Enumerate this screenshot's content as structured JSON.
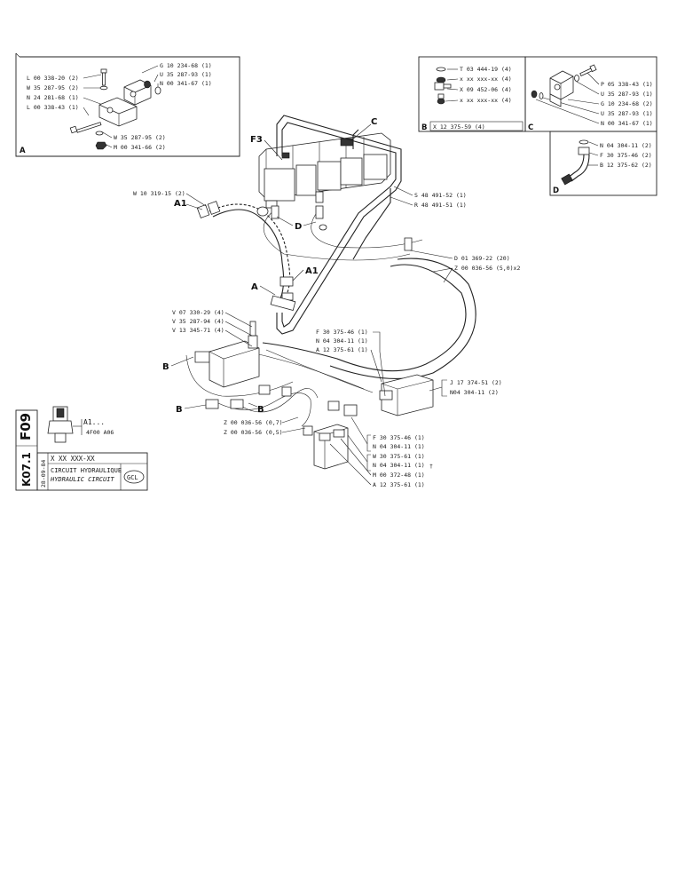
{
  "inset_a": {
    "letter": "A",
    "left_labels": [
      "L 00 338-20 (2)",
      "W 35 287-95 (2)",
      "N 24 281-68 (1)",
      "L 00 338-43 (1)"
    ],
    "right_labels": [
      "G 10 234-68 (1)",
      "U 35 287-93 (1)",
      "N 00 341-67 (1)"
    ],
    "bottom_labels": [
      "W 35 287-95 (2)",
      "M 00 341-66 (2)"
    ]
  },
  "inset_b": {
    "letter": "B",
    "labels": [
      "T 03 444-19 (4)",
      "x xx xxx-xx (4)",
      "X 09 452-06 (4)",
      "x xx xxx-xx (4)"
    ],
    "part_no": "X 12 375-59 (4)"
  },
  "inset_c": {
    "letter": "C",
    "labels": [
      "P 05 338-43 (1)",
      "U 35 287-93 (1)",
      "G 10 234-68 (2)",
      "U 35 287-93 (1)",
      "N 00 341-67 (1)"
    ]
  },
  "inset_d": {
    "letter": "D",
    "labels": [
      "N 04 304-11 (2)",
      "F 30 375-46 (2)",
      "B 12 375-62 (2)"
    ]
  },
  "callouts": {
    "f3": "F3",
    "c": "C",
    "a1_left": "A1",
    "a1_mid": "A1",
    "d": "D",
    "a": "A",
    "b1": "B",
    "b2": "B",
    "b3": "B",
    "s_label": "S 48 491-52 (1)",
    "r_label": "R 48 491-51 (1)",
    "w_label": "W 10 319-15 (2)",
    "d01_label": "D 01 369-22 (20)",
    "z_label": "Z 00 036-56 (5,0)x2",
    "v07": "V 07 330-29 (4)",
    "v35": "V 35 287-94 (4)",
    "v13": "V 13 345-71 (4)",
    "f30_top": "F 30 375-46 (1)",
    "n04_top": "N 04 304-11 (1)",
    "a12_top": "A 12 375-61 (1)",
    "j17": "J 17 374-51 (2)",
    "n04_right": "N04 304-11 (2)",
    "z07": "Z 00 036-56 (0,7)",
    "z05": "Z 00 036-56 (0,5)",
    "f30_bot": "F 30 375-46 (1)",
    "n04_bot1": "N 04 304-11 (1)",
    "w30": "W 30 375-61 (1)",
    "n04_bot2": "N 04 304-11 (1)",
    "dagger": "†",
    "m00": "M 00 372-48 (1)",
    "a12_bot": "A 12 375-61 (1)"
  },
  "legend": {
    "a1": "A1...",
    "a1_code": "4F00 A06"
  },
  "title_block": {
    "code1": "F09",
    "code2": "K07.1",
    "date": "28-09-84",
    "part_no": "X XX XXX-XX",
    "title_fr": "CIRCUIT HYDRAULIQUE",
    "title_en": "HYDRAULIC CIRCUIT",
    "logo": "GCL"
  }
}
